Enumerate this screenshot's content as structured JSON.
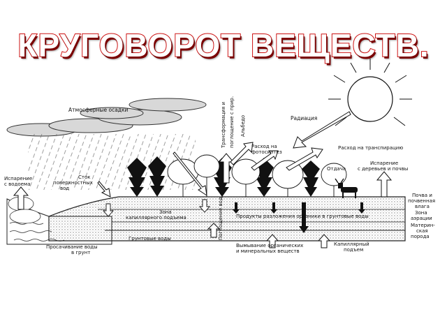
{
  "title": "КРУГОВОРОТ ВЕЩЕСТВ.",
  "labels": {
    "precipitation": "Атмосферные осадки",
    "radiation": "Радиация",
    "evaporation_water_1": "Испарение",
    "evaporation_water_2": "с водоема",
    "runoff_1": "Сток",
    "runoff_2": "поверхностных",
    "runoff_3": "вод",
    "photosynthesis_1": "Расход на",
    "photosynthesis_2": "фотосинтез",
    "transpiration": "Расход на транспирацию",
    "albedo": "Альбедо",
    "scatter_1": "Трансформация и",
    "scatter_2": "поглощение с прир.",
    "return": "Отдача",
    "soil_evap_1": "Испарение",
    "soil_evap_2": "с деревьев и почвы",
    "capillary_1": "Зона",
    "capillary_2": "капиллярного подъема",
    "soil_products": "Продукты разложения органики в грунтовые воды",
    "seep_1": "Просачивание воды",
    "seep_2": "в грунт",
    "groundwater": "Грунтовые воды",
    "leaching_1": "Вымывание органических",
    "leaching_2": "и минеральных веществ",
    "cap_rise_1": "Капиллярный",
    "cap_rise_2": "подъем",
    "soil_moisture_1": "Почва и",
    "soil_moisture_2": "почвенная",
    "soil_moisture_3": "влага",
    "aeration_1": "Зона",
    "aeration_2": "аэрации",
    "bedrock_1": "Материн-",
    "bedrock_2": "ская",
    "bedrock_3": "порода",
    "vertical_label": "Поглощение вод"
  }
}
